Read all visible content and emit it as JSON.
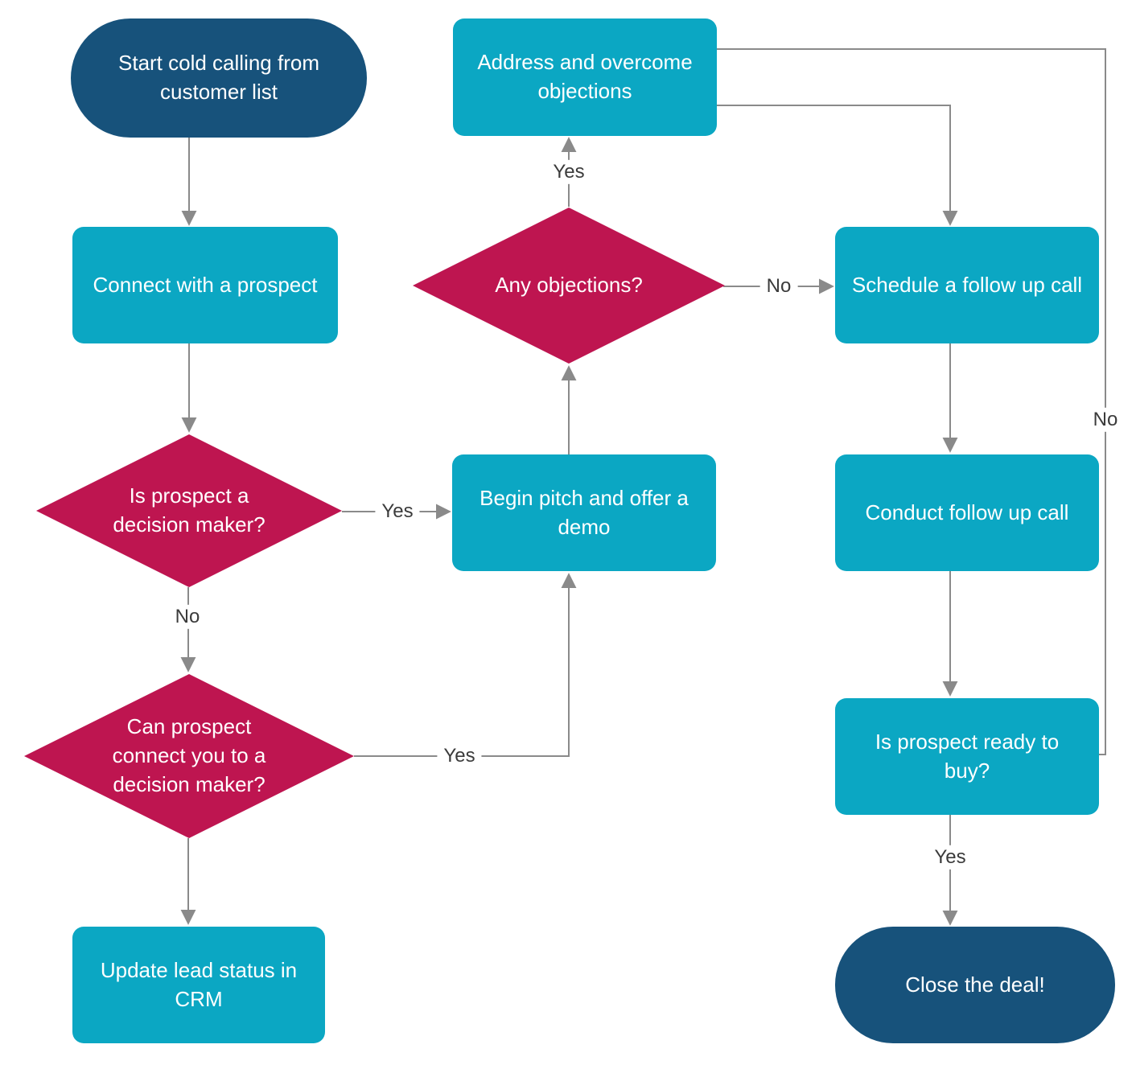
{
  "diagram_type": "flowchart",
  "colors": {
    "start_end_fill": "#17527b",
    "process_fill": "#0ba7c3",
    "decision_fill": "#be1550",
    "node_text": "#ffffff",
    "connector": "#8a8a8a",
    "edge_label_text": "#3b3b3b",
    "background": "#ffffff"
  },
  "nodes": {
    "start": {
      "type": "terminator",
      "label": "Start cold calling from customer list"
    },
    "connect_prospect": {
      "type": "process",
      "label": "Connect with a prospect"
    },
    "is_decision_maker": {
      "type": "decision",
      "label": "Is prospect a decision maker?"
    },
    "can_connect_decision_maker": {
      "type": "decision",
      "label": "Can prospect connect you to a decision maker?"
    },
    "update_crm": {
      "type": "process",
      "label": "Update lead status in CRM"
    },
    "begin_pitch": {
      "type": "process",
      "label": "Begin pitch and offer a demo"
    },
    "any_objections": {
      "type": "decision",
      "label": "Any objections?"
    },
    "address_objections": {
      "type": "process",
      "label": "Address and overcome objections"
    },
    "schedule_follow_up": {
      "type": "process",
      "label": "Schedule a follow up call"
    },
    "conduct_follow_up": {
      "type": "process",
      "label": "Conduct follow up call"
    },
    "ready_to_buy": {
      "type": "process",
      "label": "Is prospect ready to buy?"
    },
    "close_deal": {
      "type": "terminator",
      "label": "Close the deal!"
    }
  },
  "edge_labels": {
    "is_decision_maker_yes": "Yes",
    "is_decision_maker_no": "No",
    "can_connect_yes": "Yes",
    "any_objections_yes": "Yes",
    "any_objections_no": "No",
    "ready_to_buy_yes": "Yes",
    "ready_to_buy_no": "No"
  }
}
